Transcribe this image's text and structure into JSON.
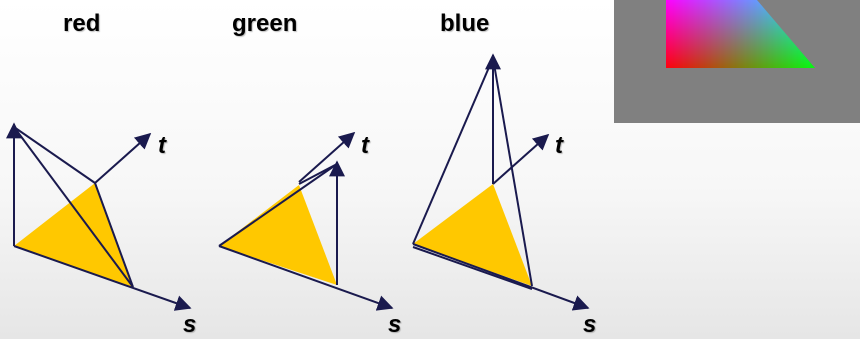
{
  "panels": [
    {
      "title": "red",
      "t_label": "t",
      "s_label": "s"
    },
    {
      "title": "green",
      "t_label": "t",
      "s_label": "s"
    },
    {
      "title": "blue",
      "t_label": "t",
      "s_label": "s"
    }
  ],
  "colors": {
    "triangle_fill": "#ffc800",
    "line": "#1a1a4e",
    "panel_gray": "#808080",
    "tex_red": "#ff0000",
    "tex_green": "#00ff00",
    "tex_blue": "#0000ff"
  }
}
